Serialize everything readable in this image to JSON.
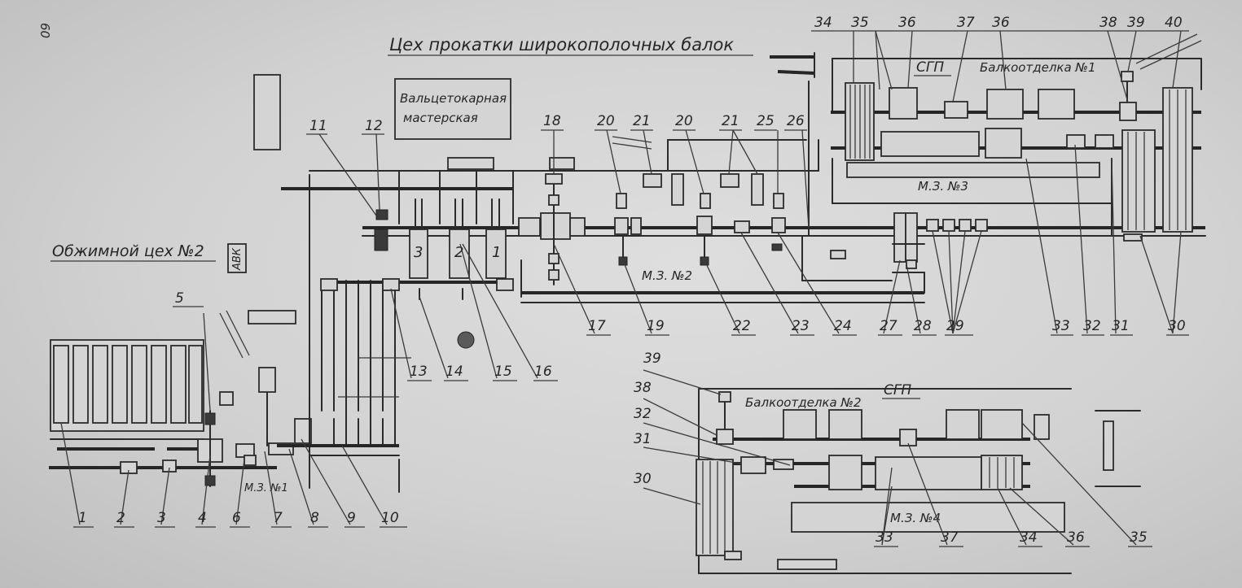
{
  "page_number": "60",
  "title": "Цех прокатки широкополочных балок",
  "labels": {
    "roll_shop": [
      "Вальцетокарная",
      "мастерская"
    ],
    "blooming": "Обжимной цех №2",
    "avk": "АВК",
    "sgp_top": "СГП",
    "sgp_bottom": "СГП",
    "beam_dept_1": "Балкоотделка №1",
    "beam_dept_2": "Балкоотделка №2",
    "mz1": "М.З. №1",
    "mz2": "М.З. №2",
    "mz3": "М.З. №3",
    "mz4": "М.З. №4",
    "stand_1": "1",
    "stand_2": "2",
    "stand_3": "3"
  },
  "callouts": {
    "n1": "1",
    "n2": "2",
    "n3": "3",
    "n4": "4",
    "n5": "5",
    "n6": "6",
    "n7": "7",
    "n8": "8",
    "n9": "9",
    "n10": "10",
    "n11": "11",
    "n12": "12",
    "n13": "13",
    "n14": "14",
    "n15": "15",
    "n16": "16",
    "n17": "17",
    "n18": "18",
    "n19": "19",
    "n20a": "20",
    "n20b": "20",
    "n21a": "21",
    "n21b": "21",
    "n22": "22",
    "n23": "23",
    "n24": "24",
    "n25": "25",
    "n26": "26",
    "n27": "27",
    "n28": "28",
    "n29": "29",
    "n30a": "30",
    "n31a": "31",
    "n32a": "32",
    "n33a": "33",
    "n34a": "34",
    "n35a": "35",
    "n36a": "36",
    "n36b": "36",
    "n37a": "37",
    "n38a": "38",
    "n39a": "39",
    "n40": "40",
    "n39b": "39",
    "n38b": "38",
    "n32b": "32",
    "n31b": "31",
    "n30b": "30",
    "n33b": "33",
    "n37b": "37",
    "n34b": "34",
    "n36c": "36",
    "n35b": "35"
  }
}
